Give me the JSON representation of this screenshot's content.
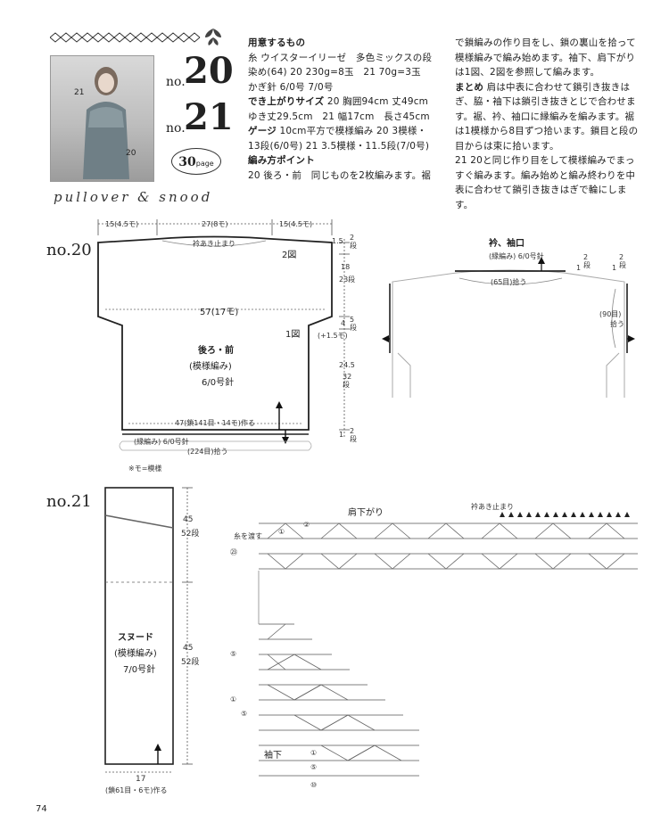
{
  "header": {
    "no_label": "no.",
    "num20": "20",
    "num21": "21",
    "page_ref": "30",
    "page_ref_unit": "page",
    "photo_label_21": "21",
    "photo_label_20": "20",
    "subtitle": "pullover & snood"
  },
  "materials": {
    "title": "用意するもの",
    "yarn": "糸 ウイスターイリーゼ　多色ミックスの段染め(64) 20 230g=8玉　21 70g=3玉",
    "hook": "かぎ針 6/0号 7/0号",
    "size_title": "でき上がりサイズ",
    "size": "20 胸囲94cm 丈49cm ゆき丈29.5cm　21 幅17cm　長さ45cm",
    "gauge_title": "ゲージ",
    "gauge": "10cm平方で模様編み 20 3模様・13段(6/0号) 21 3.5模様・11.5段(7/0号)",
    "points_title": "編み方ポイント",
    "points": "20 後ろ・前　同じものを2枚編みます。裾"
  },
  "instructions": {
    "para1": "で鎖編みの作り目をし、鎖の裏山を拾って模様編みで編み始めます。袖下、肩下がりは1図、2図を参照して編みます。",
    "matome_title": "まとめ",
    "matome": "肩は中表に合わせて鎖引き抜きはぎ、脇・袖下は鎖引き抜きとじで合わせます。裾、衿、袖口に縁編みを編みます。裾は1模様から8目ずつ拾います。鎖目と段の目からは束に拾います。",
    "para21": "21 20と同じ作り目をして模様編みでまっすぐ編みます。編み始めと編み終わりを中表に合わせて鎖引き抜きはぎで輪にします。"
  },
  "diagram20": {
    "no": "no.20",
    "top_left": "15(4.5モ)",
    "top_mid": "27(8モ)",
    "top_right": "15(4.5モ)",
    "neck_stop": "衿あき止まり",
    "fig2": "2図",
    "fig1": "1図",
    "width57": "57(17モ)",
    "part_name": "後ろ・前",
    "pattern": "(模様編み)",
    "hook": "6/0号針",
    "base": "47(鎖141目・14モ)作る",
    "edge": "(縁編み) 6/0号針",
    "pick": "(224目)拾う",
    "r1": "1.5",
    "r1d": "2段",
    "r2": "18",
    "r2d": "23段",
    "r3": "4",
    "r3d": "5段",
    "r3m": "(+1.5モ)",
    "r4": "24.5",
    "r4d": "32段",
    "r5": "1",
    "r5d": "2段",
    "note": "※モ=模様"
  },
  "collar": {
    "title": "衿、袖口",
    "sub": "(縁編み) 6/0号針",
    "pick65": "(65目)拾う",
    "pick90": "(90目)",
    "pick90b": "拾う",
    "r_a": "2段",
    "r_a1": "1",
    "r_b": "2段",
    "r_b1": "1"
  },
  "diagram21": {
    "no": "no.21",
    "h1": "45",
    "h1d": "52段",
    "h2": "45",
    "h2d": "52段",
    "name": "スヌード",
    "pattern": "(模様編み)",
    "hook": "7/0号針",
    "w": "17",
    "base": "(鎖61目・6モ)作る"
  },
  "chart": {
    "shoulder": "肩下がり",
    "neck_stop": "衿あき止まり",
    "yarn_pass": "糸を渡す",
    "sleeve": "袖下",
    "row_labels": [
      "①",
      "②",
      "㉓",
      "⑤",
      "①",
      "⑤",
      "①",
      "⑤",
      "⑩"
    ]
  },
  "footer": {
    "page_number": "74"
  }
}
